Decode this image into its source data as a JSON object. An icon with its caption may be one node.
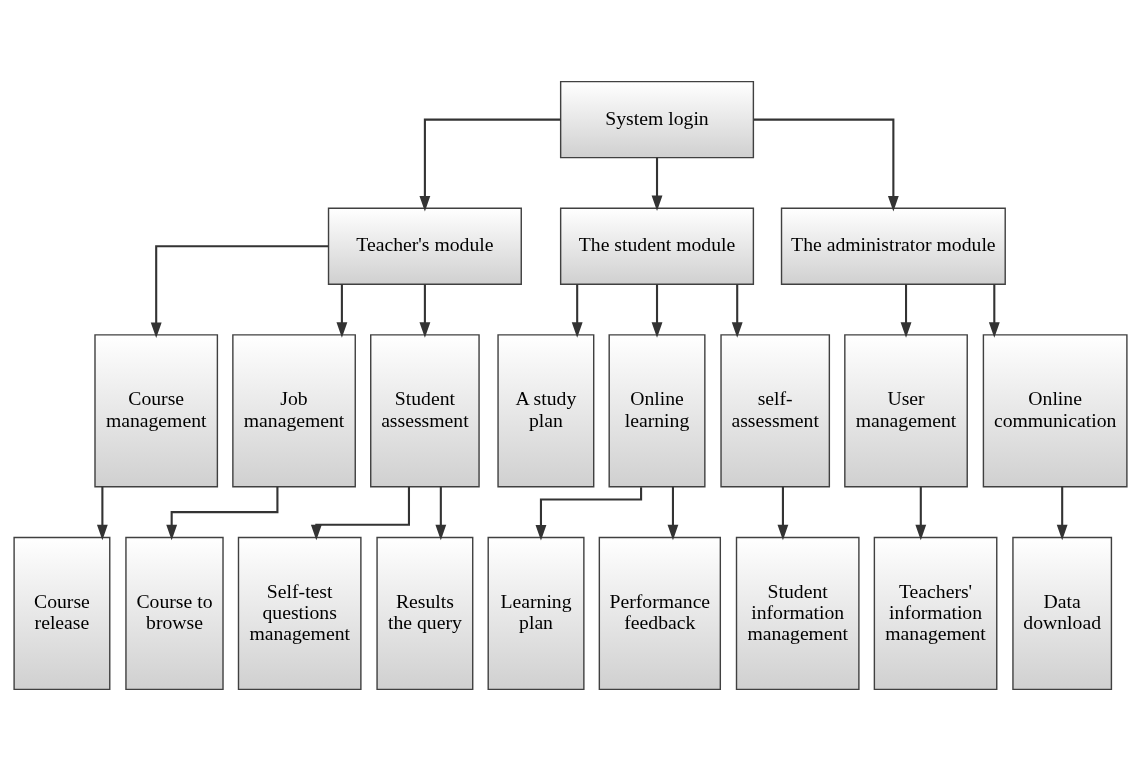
{
  "diagram": {
    "nodes": [
      {
        "text": [
          "System login"
        ]
      },
      {
        "text": [
          "Teacher's module"
        ]
      },
      {
        "text": [
          "The student module"
        ]
      },
      {
        "text": [
          "The administrator module"
        ]
      },
      {
        "text": [
          "Course management"
        ]
      },
      {
        "text": [
          "Job management"
        ]
      },
      {
        "text": [
          "Student assessment"
        ]
      },
      {
        "text": [
          "A study plan"
        ]
      },
      {
        "text": [
          "Online learning"
        ]
      },
      {
        "text": [
          "self-assessment"
        ]
      },
      {
        "text": [
          "User management"
        ]
      },
      {
        "text": [
          "Online communication"
        ]
      },
      {
        "text": [
          "Course release"
        ]
      },
      {
        "text": [
          "Course to browse"
        ]
      },
      {
        "text": [
          "Self-test questions management"
        ]
      },
      {
        "text": [
          "Results the query"
        ]
      },
      {
        "text": [
          "Learning plan"
        ]
      },
      {
        "text": [
          "Performance feedback"
        ]
      },
      {
        "text": [
          "Student information management"
        ]
      },
      {
        "text": [
          "Teachers' information management"
        ]
      },
      {
        "text": [
          "Data download"
        ]
      }
    ],
    "edges": [
      {
        "from": 0,
        "to": 1,
        "arrow": "to"
      },
      {
        "from": 0,
        "to": 2,
        "arrow": "to"
      },
      {
        "from": 0,
        "to": 3,
        "arrow": "to"
      },
      {
        "from": 1,
        "to": 4,
        "arrow": "to"
      },
      {
        "from": 1,
        "to": 5,
        "arrow": "to"
      },
      {
        "from": 1,
        "to": 6,
        "arrow": "to"
      },
      {
        "from": 2,
        "to": 7,
        "arrow": "to"
      },
      {
        "from": 2,
        "to": 8,
        "arrow": "to"
      },
      {
        "from": 2,
        "to": 9,
        "arrow": "to"
      },
      {
        "from": 3,
        "to": 10,
        "arrow": "to"
      },
      {
        "from": 3,
        "to": 11,
        "arrow": "to"
      },
      {
        "from": 4,
        "to": 12,
        "arrow": "to"
      },
      {
        "from": 5,
        "to": 13,
        "arrow": "to"
      },
      {
        "from": 6,
        "to": 14,
        "arrow": "to"
      },
      {
        "from": 6,
        "to": 15,
        "arrow": "to"
      },
      {
        "from": 8,
        "to": 16,
        "arrow": "to"
      },
      {
        "from": 8,
        "to": 17,
        "arrow": "to"
      },
      {
        "from": 9,
        "to": 18,
        "arrow": "to"
      },
      {
        "from": 10,
        "to": 19,
        "arrow": "to"
      },
      {
        "from": 11,
        "to": 20,
        "arrow": "to"
      }
    ]
  }
}
